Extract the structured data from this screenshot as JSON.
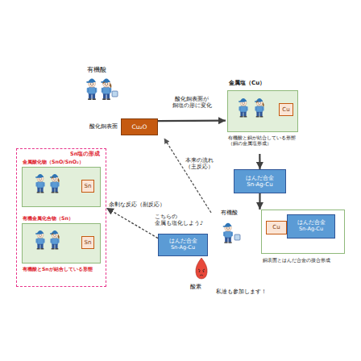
{
  "diagram": {
    "nodes": [
      {
        "text": [
          "Cu₂O"
        ]
      },
      {
        "text": [
          "金属塩（Cu）",
          "有機酸と銅が結合している形態 （銅の金属塩形成）"
        ]
      },
      {
        "text": [
          "Cu"
        ],
        "in": 1
      },
      {
        "text": [
          "はんだ合金",
          "Sn-Ag-Cu"
        ]
      },
      {
        "text": [
          "銅表面とはんだ合金の接合形成"
        ]
      },
      {
        "text": [
          "Cu"
        ],
        "in": 4
      },
      {
        "text": [
          "はんだ合金",
          "Sn-Ag-Cu"
        ],
        "in": 4
      },
      {
        "text": [
          "はんだ合金",
          "Sn-Ag-Cu"
        ]
      },
      {
        "text": [
          "Sn塩の形成"
        ]
      },
      {
        "text": [
          "金属酸化物（SnO/SnO₂）"
        ],
        "in": 8
      },
      {
        "text": [
          "Sn"
        ],
        "in": 9
      },
      {
        "text": [
          "有機金属化合物（Sn）",
          "有機酸とSnが結合している形態"
        ],
        "in": 8
      },
      {
        "text": [
          "Sn"
        ],
        "in": 11
      }
    ],
    "edges": [
      {
        "from": 0,
        "to": 1,
        "arrow": "to",
        "label": "酸化銅表面が 銅塩の形に変化"
      },
      {
        "from": 1,
        "to": 3,
        "arrow": "to"
      },
      {
        "from": 3,
        "to": 4,
        "arrow": "to"
      },
      {
        "from": 7,
        "to": 8,
        "arrow": "to",
        "label": "余剰な反応（副反応）"
      }
    ],
    "labels": [
      "有機酸",
      "酸化銅表面",
      "本来の流れ （主反応）",
      "有機酸",
      "こちらの 金属も塩化しよう♪",
      "酸素",
      "私達も参加します！"
    ]
  }
}
